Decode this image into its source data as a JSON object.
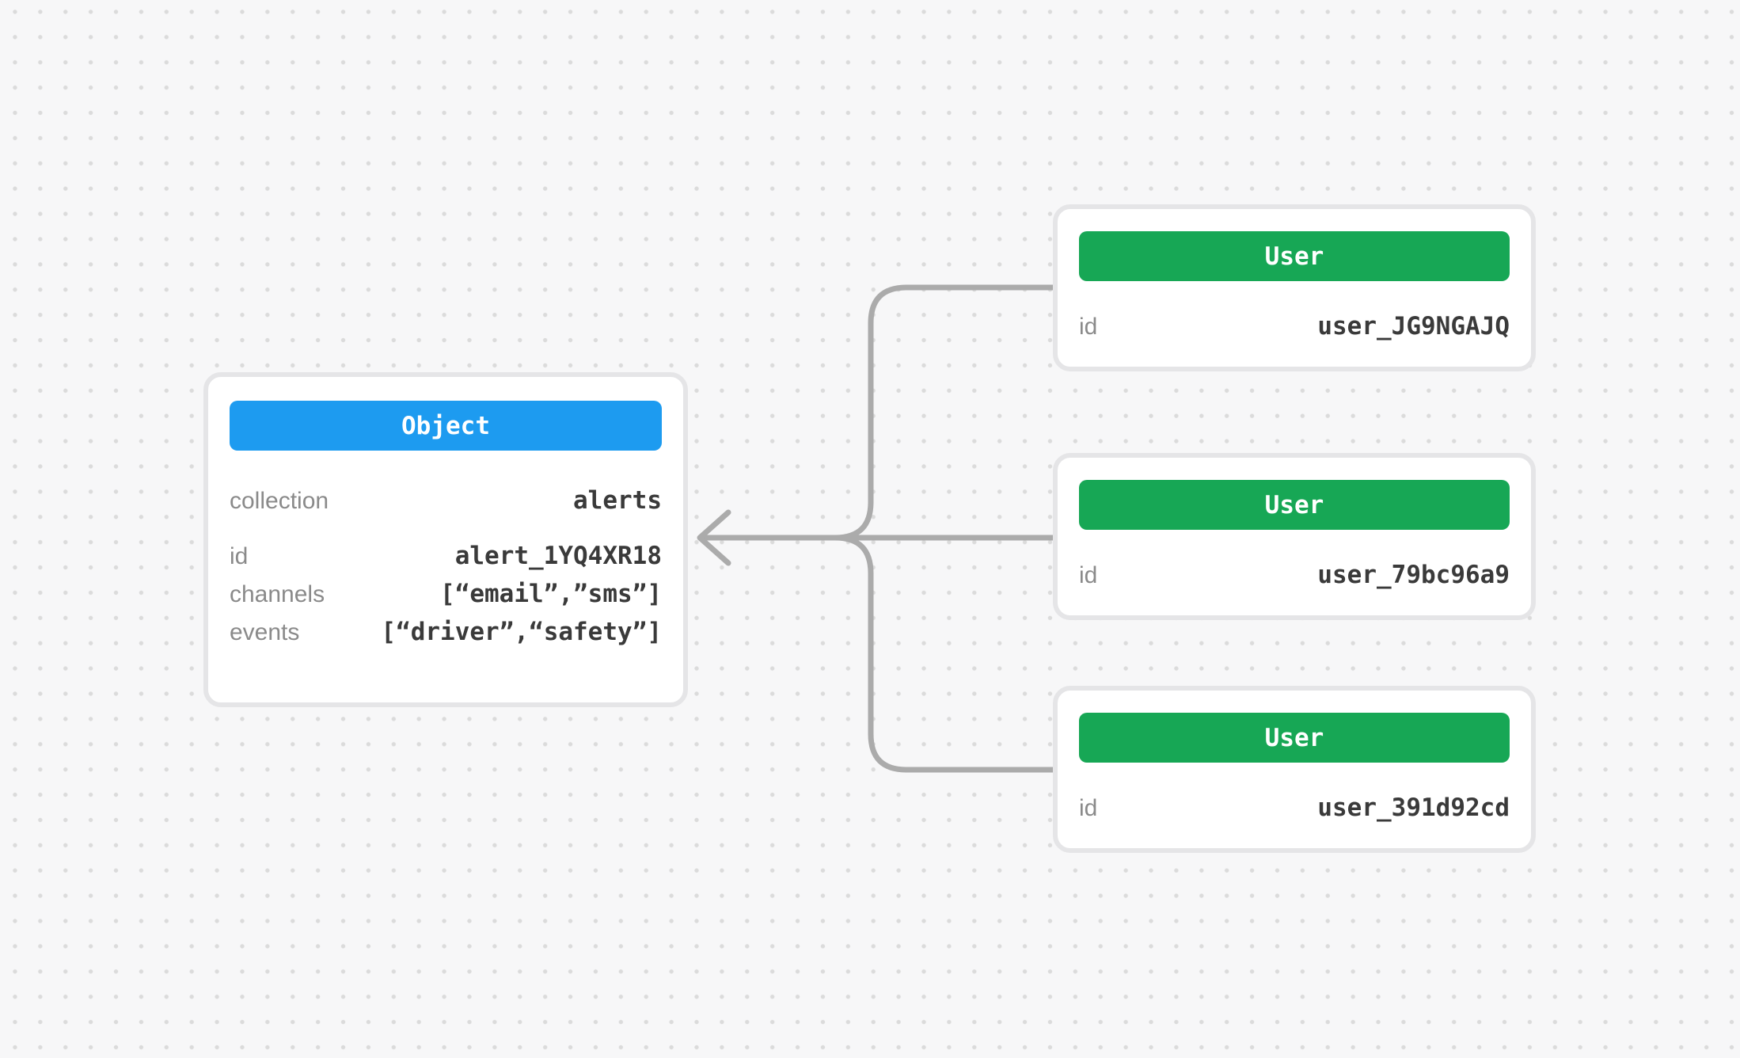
{
  "canvas": {
    "background_color": "#F7F7F8",
    "dot_grid_color": "#DBDBDB"
  },
  "object_card": {
    "header_label": "Object",
    "header_color": "#1D9BF0",
    "fields": [
      {
        "label": "collection",
        "value": "alerts"
      },
      {
        "label": "id",
        "value": "alert_1YQ4XR18"
      },
      {
        "label": "channels",
        "value": "[“email”,”sms”]"
      },
      {
        "label": "events",
        "value": "[“driver”,“safety”]"
      }
    ]
  },
  "user_cards": [
    {
      "header_label": "User",
      "header_color": "#17A755",
      "fields": [
        {
          "label": "id",
          "value": "user_JG9NGAJQ"
        }
      ]
    },
    {
      "header_label": "User",
      "header_color": "#17A755",
      "fields": [
        {
          "label": "id",
          "value": "user_79bc96a9"
        }
      ]
    },
    {
      "header_label": "User",
      "header_color": "#17A755",
      "fields": [
        {
          "label": "id",
          "value": "user_391d92cd"
        }
      ]
    }
  ],
  "connector": {
    "color": "#ABABAB",
    "arrow_direction": "left"
  }
}
